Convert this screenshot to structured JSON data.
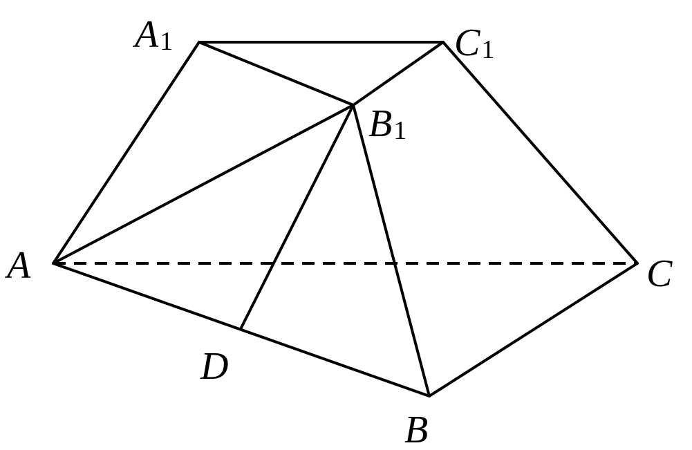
{
  "diagram": {
    "vertices": [
      {
        "id": "A1",
        "letter": "A",
        "sub": "1"
      },
      {
        "id": "C1",
        "letter": "C",
        "sub": "1"
      },
      {
        "id": "B1",
        "letter": "B",
        "sub": "1"
      },
      {
        "id": "A",
        "letter": "A",
        "sub": ""
      },
      {
        "id": "C",
        "letter": "C",
        "sub": ""
      },
      {
        "id": "D",
        "letter": "D",
        "sub": ""
      },
      {
        "id": "B",
        "letter": "B",
        "sub": ""
      }
    ],
    "edges": [
      {
        "from": "A1",
        "to": "C1",
        "style": "solid"
      },
      {
        "from": "A1",
        "to": "B1",
        "style": "solid"
      },
      {
        "from": "B1",
        "to": "C1",
        "style": "solid"
      },
      {
        "from": "A",
        "to": "A1",
        "style": "solid"
      },
      {
        "from": "C",
        "to": "C1",
        "style": "solid"
      },
      {
        "from": "B",
        "to": "B1",
        "style": "solid"
      },
      {
        "from": "A",
        "to": "B",
        "style": "solid"
      },
      {
        "from": "B",
        "to": "C",
        "style": "solid"
      },
      {
        "from": "A",
        "to": "C",
        "style": "dashed"
      },
      {
        "from": "A",
        "to": "B1",
        "style": "solid"
      },
      {
        "from": "D",
        "to": "B1",
        "style": "solid"
      }
    ],
    "colors": {
      "stroke": "#000000",
      "background": "#ffffff"
    }
  }
}
